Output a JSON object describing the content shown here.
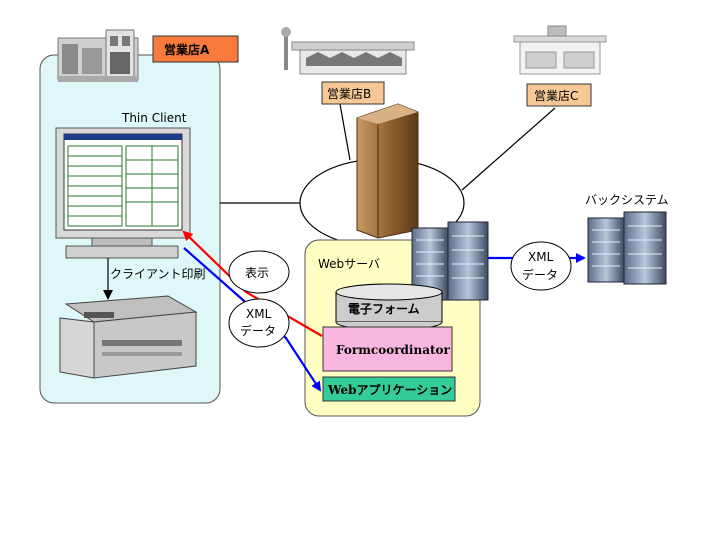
{
  "store_a": {
    "label": "営業店A"
  },
  "store_b": {
    "label": "営業店B"
  },
  "store_c": {
    "label": "営業店C"
  },
  "thin_client": {
    "label": "Thin Client"
  },
  "client_print": {
    "label": "クライアント印刷"
  },
  "display_bubble": {
    "label": "表示"
  },
  "xml_bubble_left": {
    "line1": "XML",
    "line2": "データ"
  },
  "xml_bubble_right": {
    "line1": "XML",
    "line2": "データ"
  },
  "web_server": {
    "label": "Webサーバ"
  },
  "e_form": {
    "label": "電子フォーム"
  },
  "form_coordinator": {
    "label": "Formcoordinator"
  },
  "web_app": {
    "label": "Webアプリケーション"
  },
  "back_system": {
    "label": "バックシステム"
  },
  "colors": {
    "client_panel": "#dff7f7",
    "server_panel": "#ffffc4",
    "store_a_box": "#f97a3d",
    "store_box": "#f5c896",
    "formcoordinator_box": "#f9b7e0",
    "webapp_box": "#33cc99",
    "arrow_red": "#ff0000",
    "arrow_blue": "#0000ff"
  }
}
